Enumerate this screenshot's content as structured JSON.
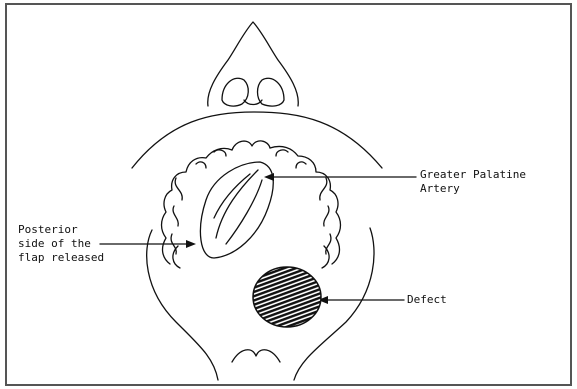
{
  "labels": {
    "greater_palatine": [
      "Greater Palatine",
      "Artery"
    ],
    "posterior_flap": [
      "Posterior",
      "side of the",
      "flap released"
    ],
    "defect": "Defect"
  },
  "colors": {
    "ink": "#111111",
    "paper": "#ffffff",
    "frame": "#555555"
  }
}
